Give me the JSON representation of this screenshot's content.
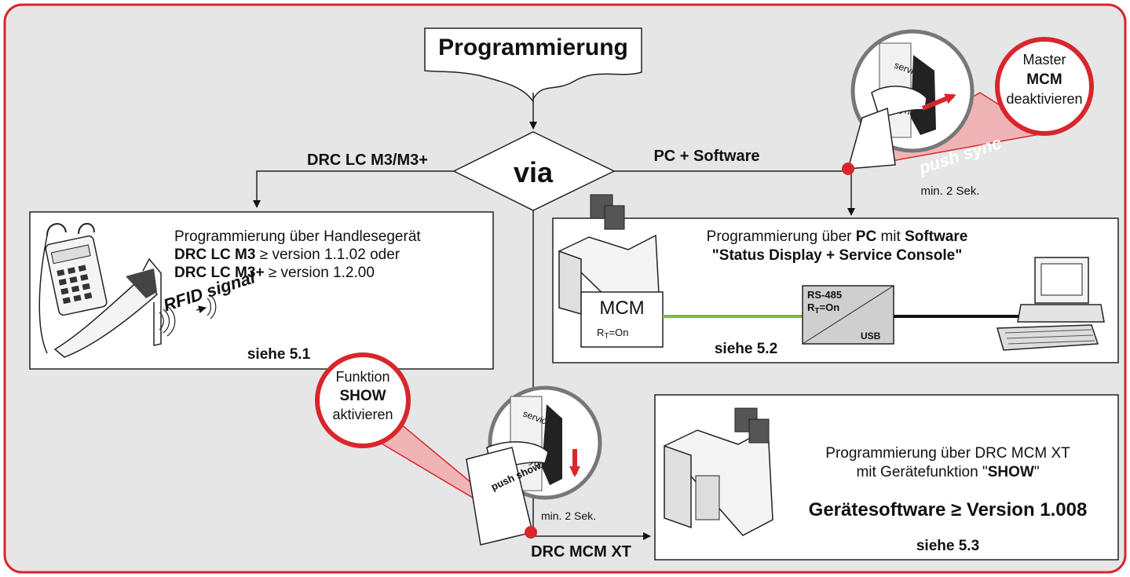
{
  "colors": {
    "frame_red": "#d8262b",
    "panel_bg": "#e6e6e6",
    "green_line": "#7bbf3b",
    "pink_beam": "#f0b4b6"
  },
  "title": "Programmierung",
  "decision": "via",
  "branches": {
    "left": "DRC LC M3/M3+",
    "right": "PC + Software",
    "bottom": "DRC MCM XT"
  },
  "push_sync": {
    "circle_line1": "Master",
    "circle_line2": "MCM",
    "circle_line3": "deaktivieren",
    "push_label": "push sync",
    "hold_time": "min. 2 Sek.",
    "device_text_1": "service",
    "device_text_2": "sync"
  },
  "push_show": {
    "circle_line1": "Funktion",
    "circle_line2": "SHOW",
    "circle_line3": "aktivieren",
    "push_label": "push show",
    "hold_time": "min. 2 Sek.",
    "device_text_1": "service",
    "device_text_2": "sync"
  },
  "box_handheld": {
    "line1": "Programmierung über Handlesegerät",
    "line2_bold": "DRC LC M3",
    "line2_rest": " ≥ version 1.1.02 oder",
    "line3_bold": "DRC LC M3+",
    "line3_rest": " ≥ version 1.2.00",
    "rfid": "RFID signal",
    "ref": "siehe 5.1"
  },
  "box_pc": {
    "line1_a": "Programmierung über ",
    "line1_b": "PC",
    "line1_c": " mit ",
    "line1_d": "Software",
    "line2": "\"Status Display + Service Console\"",
    "mcm_label": "MCM",
    "mcm_rt": "R",
    "mcm_rt_sub": "T",
    "mcm_rt_val": "=On",
    "conv_line1": "RS-485",
    "conv_rt": "R",
    "conv_rt_sub": "T",
    "conv_rt_val": "=On",
    "conv_usb": "USB",
    "ref": "siehe 5.2"
  },
  "box_show": {
    "line1": "Programmierung über DRC MCM XT",
    "line2_a": "mit Gerätefunktion \"",
    "line2_b": "SHOW",
    "line2_c": "\"",
    "line3": "Gerätesoftware ≥ Version 1.008",
    "ref": "siehe 5.3"
  }
}
